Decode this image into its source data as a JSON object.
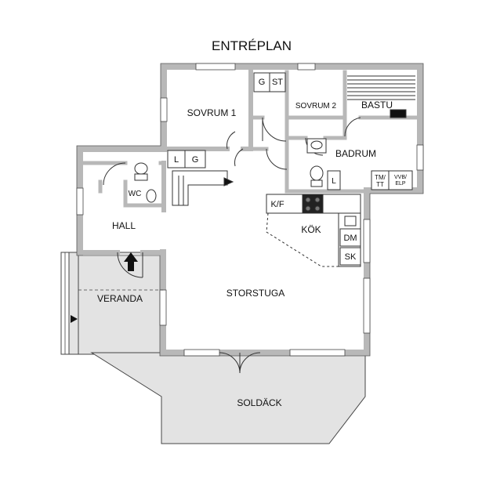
{
  "title": "ENTRÉPLAN",
  "rooms": {
    "sovrum1": "SOVRUM 1",
    "sovrum2": "SOVRUM 2",
    "bastu": "BASTU",
    "badrum": "BADRUM",
    "wc": "WC",
    "hall": "HALL",
    "veranda": "VERANDA",
    "storstuga": "STORSTUGA",
    "kok": "KÖK",
    "soldack": "SOLDÄCK"
  },
  "fixtures": {
    "g_top": "G",
    "st_top": "ST",
    "l_closet": "L",
    "g_closet": "G",
    "l_bath": "L",
    "tm_tt": "TM/\nTT",
    "vvb_elp": "VVB/\nELP",
    "kf": "K/F",
    "dm": "DM",
    "sk": "SK"
  },
  "colors": {
    "wall": "#b8b8b8",
    "wall_edge": "#333333",
    "outdoor": "#e3e3e3",
    "text": "#111111"
  }
}
